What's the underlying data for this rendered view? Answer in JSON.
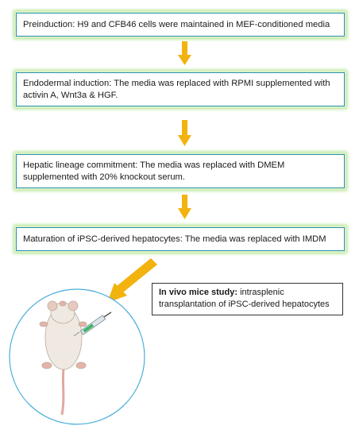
{
  "steps": [
    {
      "text": "Preinduction: H9 and CFB46 cells were maintained in MEF-conditioned media"
    },
    {
      "text": "Endodermal induction: The media was replaced with RPMI supplemented with activin A, Wnt3a & HGF."
    },
    {
      "text": "Hepatic lineage commitment: The media was replaced with DMEM supplemented with 20% knockout serum."
    },
    {
      "text": "Maturation of iPSC-derived hepatocytes: The media was replaced with IMDM"
    }
  ],
  "study": {
    "title": "In vivo mice study:",
    "text": " intrasplenic transplantation of iPSC-derived hepatocytes"
  },
  "colors": {
    "arrow": "#f2b30f",
    "box_border": "#2b8fb0",
    "glow": "#a9df86",
    "circle": "#4aaed9"
  },
  "icons": [
    "down-arrow-icon",
    "diagonal-arrow-icon",
    "mouse-illustration",
    "syringe-icon"
  ]
}
